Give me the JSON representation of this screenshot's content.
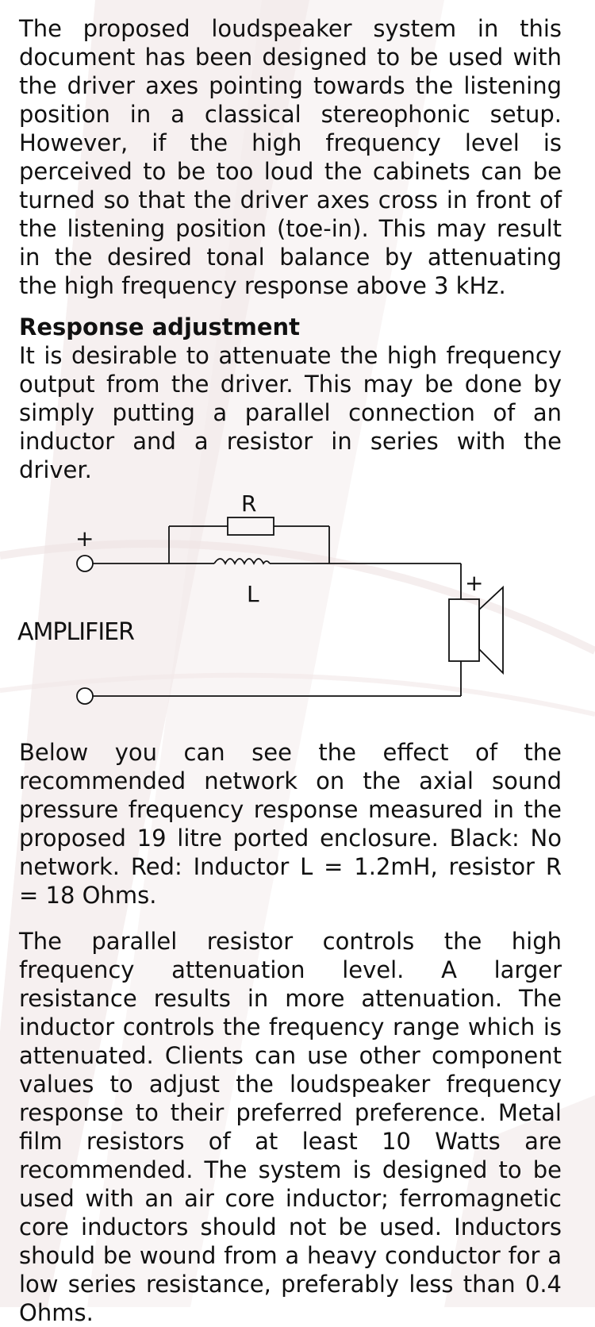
{
  "document": {
    "paragraph_1": "The proposed loudspeaker system in this document has been designed to be used with the driver axes pointing towards the listening position in a classical stereophonic setup. However, if the high frequency level is perceived to be too loud the cabinets can be turned so that the driver axes cross in front of the listening position (toe-in). This may result in the desired tonal balance by attenuating the high frequency response above 3 kHz.",
    "heading": "Response adjustment",
    "paragraph_2": "It is desirable to attenuate the high frequency output from the driver. This may be done by simply putting a parallel connection of an inductor and a resistor in series with the driver.",
    "paragraph_3": "Below you can see the effect of the recommended network on the axial sound pressure frequency response measured in the proposed 19 litre ported enclosure. Black: No network. Red: Inductor L = 1.2mH, resistor R = 18 Ohms.",
    "paragraph_4": "The parallel resistor controls the high frequency attenuation level. A larger resistance results in more attenuation. The inductor controls the frequency range which is attenuated. Clients can use other component values to adjust the loudspeaker frequency response to their preferred preference. Metal film resistors of at least 10 Watts are recommended. The system is designed to be used with an air core inductor; ferromagnetic core inductors should not be used. Inductors should be wound from a heavy conductor for a low series resistance, preferably less than 0.4 Ohms."
  },
  "circuit": {
    "resistor_label": "R",
    "inductor_label": "L",
    "amplifier_label": "AMPLIFIER",
    "amp_plus": "+",
    "speaker_plus": "+"
  },
  "colors": {
    "watermark": "#eadfdf",
    "text": "#111111"
  }
}
